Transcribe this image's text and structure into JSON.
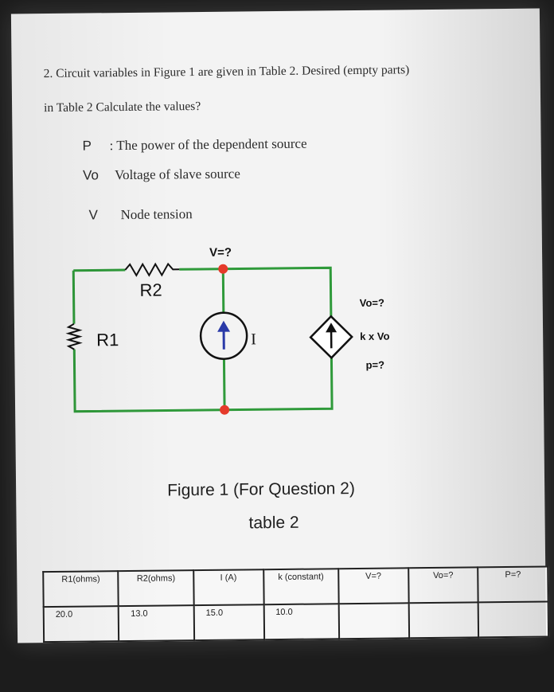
{
  "question": {
    "line1": "2. Circuit variables in Figure 1 are given in Table 2. Desired (empty parts)",
    "line2": "in Table 2 Calculate the values?"
  },
  "definitions": [
    {
      "symbol": "P",
      "text": ": The power of the dependent source"
    },
    {
      "symbol": "Vo",
      "text": "Voltage of slave source"
    },
    {
      "symbol": "V",
      "text": "Node tension"
    }
  ],
  "circuit": {
    "labels": {
      "v_node": "V=?",
      "r2": "R2",
      "r1": "R1",
      "current": "I",
      "vo": "Vo=?",
      "k_vo": "k x Vo",
      "p": "p=?"
    },
    "colors": {
      "wire": "#2f9a3a",
      "node": "#e53a2a",
      "source": "#2a3aa8",
      "component": "#111111"
    }
  },
  "figure_caption": "Figure 1 (For Question 2)",
  "table_caption": "table 2",
  "table": {
    "headers": [
      "R1(ohms)",
      "R2(ohms)",
      "I (A)",
      "k (constant)",
      "V=?",
      "Vo=?",
      "P=?"
    ],
    "rows": [
      [
        "20.0",
        "13.0",
        "15.0",
        "10.0",
        "",
        "",
        ""
      ]
    ]
  }
}
